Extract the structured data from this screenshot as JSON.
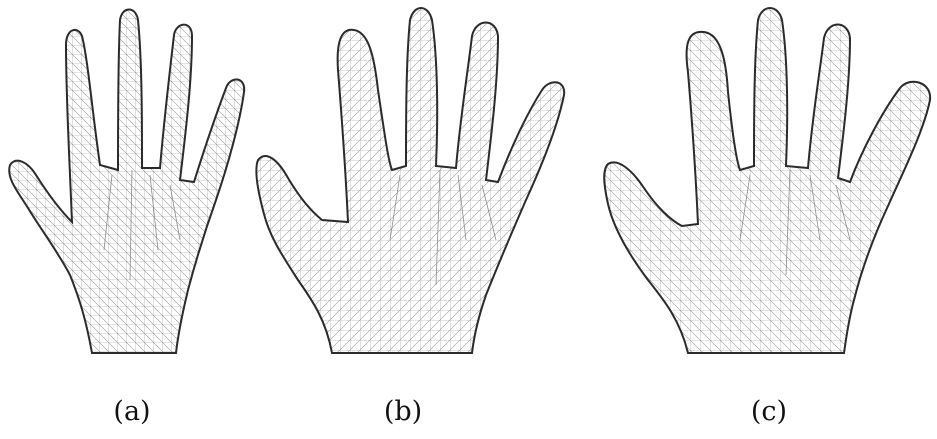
{
  "figure": {
    "panels": [
      {
        "id": "a",
        "caption": "(a)"
      },
      {
        "id": "b",
        "caption": "(b)"
      },
      {
        "id": "c",
        "caption": "(c)"
      }
    ]
  },
  "colors": {
    "outline": "#2b2b2b",
    "mesh": "#9a9a9a",
    "background": "#ffffff"
  }
}
